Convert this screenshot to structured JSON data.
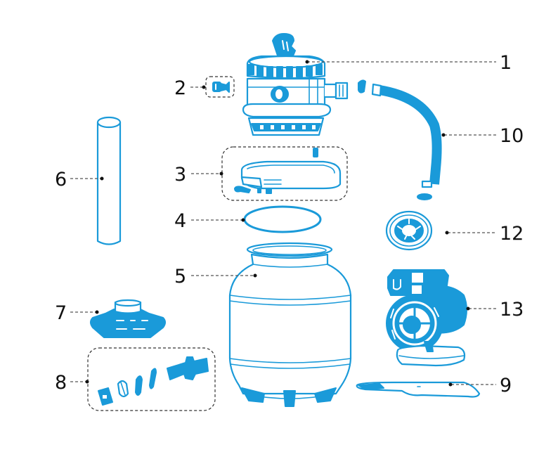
{
  "diagram": {
    "title": "Sand filter exploded parts diagram",
    "accent_color": "#1a9ad9",
    "text_color": "#111111",
    "parts": [
      {
        "number": "1",
        "name": "multiport valve",
        "icon": "multiport-valve-icon"
      },
      {
        "number": "2",
        "name": "drain plug",
        "icon": "drain-plug-icon"
      },
      {
        "number": "3",
        "name": "tank clamp kit",
        "icon": "clamp-icon"
      },
      {
        "number": "4",
        "name": "o-ring",
        "icon": "o-ring-icon"
      },
      {
        "number": "5",
        "name": "filter tank",
        "icon": "tank-icon"
      },
      {
        "number": "6",
        "name": "center pipe",
        "icon": "pipe-icon"
      },
      {
        "number": "7",
        "name": "laterals hub",
        "icon": "laterals-icon"
      },
      {
        "number": "8",
        "name": "connector kit",
        "icon": "connector-kit-icon"
      },
      {
        "number": "9",
        "name": "base plate",
        "icon": "base-plate-icon"
      },
      {
        "number": "10",
        "name": "connection hose",
        "icon": "hose-icon"
      },
      {
        "number": "12",
        "name": "strainer",
        "icon": "strainer-icon"
      },
      {
        "number": "13",
        "name": "pump",
        "icon": "pump-icon"
      }
    ]
  }
}
